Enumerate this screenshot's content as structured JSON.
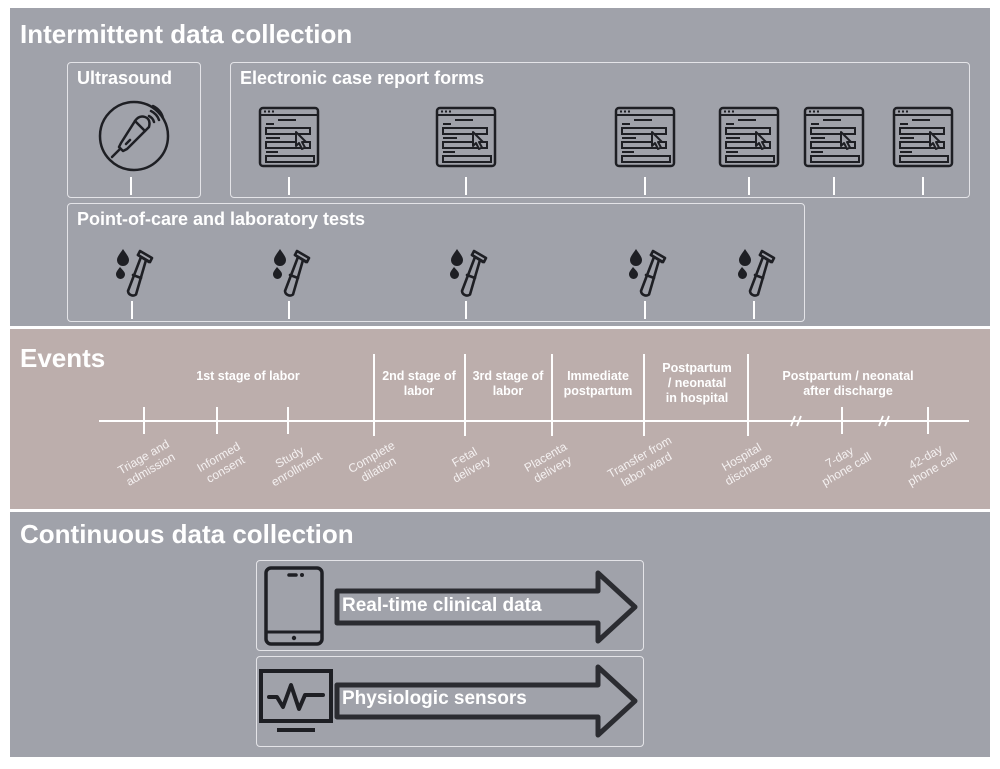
{
  "intermittent": {
    "title": "Intermittent data collection",
    "ultrasound": {
      "title": "Ultrasound",
      "icon": "ultrasound-probe-icon"
    },
    "ecrf": {
      "title": "Electronic case report forms",
      "icon": "form-with-cursor-icon",
      "count": 6
    },
    "lab": {
      "title": "Point-of-care and laboratory tests",
      "icon": "test-tube-drops-icon",
      "count": 5
    }
  },
  "events": {
    "title": "Events",
    "stages": [
      {
        "label": "1st stage of labor"
      },
      {
        "label": "2nd stage of\nlabor"
      },
      {
        "label": "3rd stage of\nlabor"
      },
      {
        "label": "Immediate\npostpartum"
      },
      {
        "label": "Postpartum\n/ neonatal\nin hospital"
      },
      {
        "label": "Postpartum / neonatal\nafter discharge"
      }
    ],
    "milestones": [
      {
        "label": "Triage and\nadmission"
      },
      {
        "label": "Informed\nconsent"
      },
      {
        "label": "Study\nenrollment"
      },
      {
        "label": "Complete\ndilation"
      },
      {
        "label": "Fetal\ndelivery"
      },
      {
        "label": "Placenta\ndelivery"
      },
      {
        "label": "Transfer from\nlabor ward"
      },
      {
        "label": "Hospital\ndischarge"
      },
      {
        "label": "7-day\nphone call"
      },
      {
        "label": "42-day\nphone call"
      }
    ],
    "break_marker": "//"
  },
  "continuous": {
    "title": "Continuous data collection",
    "streams": [
      {
        "label": "Real-time clinical data",
        "icon": "tablet-icon"
      },
      {
        "label": "Physiologic sensors",
        "icon": "monitor-heartbeat-icon"
      }
    ]
  },
  "colors": {
    "panel_gray": "#a0a2aa",
    "panel_rose": "#bcaeac",
    "icon_dark": "#1e1f24",
    "text_white": "#ffffff"
  }
}
